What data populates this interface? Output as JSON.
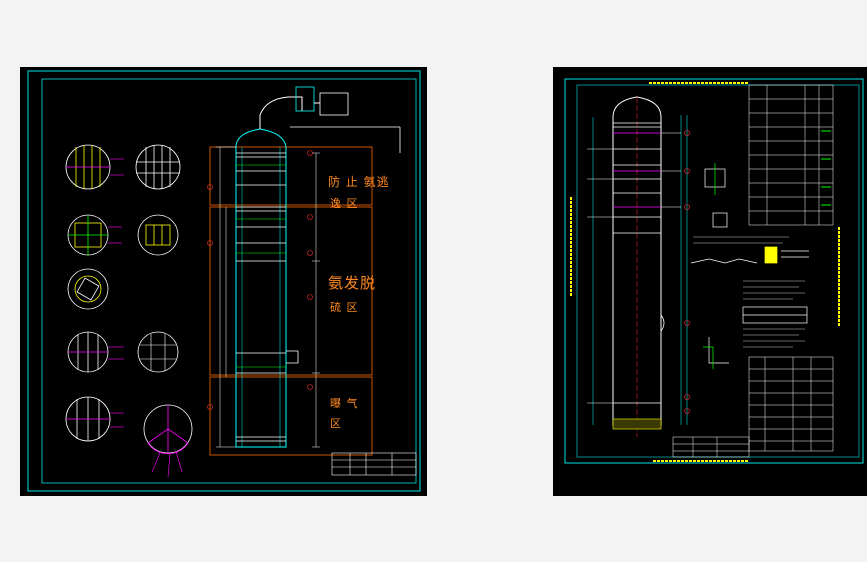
{
  "colors": {
    "background": "#f3f3f4",
    "sheet": "#000000",
    "frame": "#00e5e5",
    "vessel": "#00ffff",
    "internals": "#ffffff",
    "magenta": "#ff00ff",
    "yellow": "#ffff00",
    "red": "#ff3030",
    "green": "#00ff00",
    "zone_orange": "#ff8a1f"
  },
  "left_drawing": {
    "zones": [
      {
        "id": "zone-1-line1",
        "text": "防 止 氨逃"
      },
      {
        "id": "zone-1-line2",
        "text": "逸 区"
      },
      {
        "id": "zone-2-line1",
        "text": "氨发脱"
      },
      {
        "id": "zone-2-line2",
        "text": "硫 区"
      },
      {
        "id": "zone-3-line1",
        "text": "曝  气"
      },
      {
        "id": "zone-3-line2",
        "text": "区"
      }
    ]
  }
}
